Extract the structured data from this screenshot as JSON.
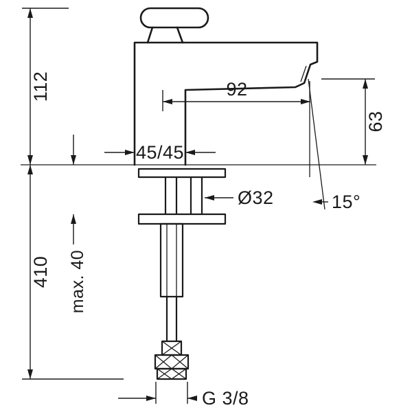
{
  "drawing": {
    "background": "#ffffff",
    "line_color": "#1a1a1a",
    "dimensions": {
      "spout_to_top": "112",
      "below_deck_length": "410",
      "max_mounting_thickness": "max. 40",
      "spout_reach": "92",
      "outlet_height": "63",
      "body_footprint": "45/45",
      "tap_hole_diameter": "Ø32",
      "spray_angle": "15°",
      "connection_thread": "G 3/8"
    }
  }
}
